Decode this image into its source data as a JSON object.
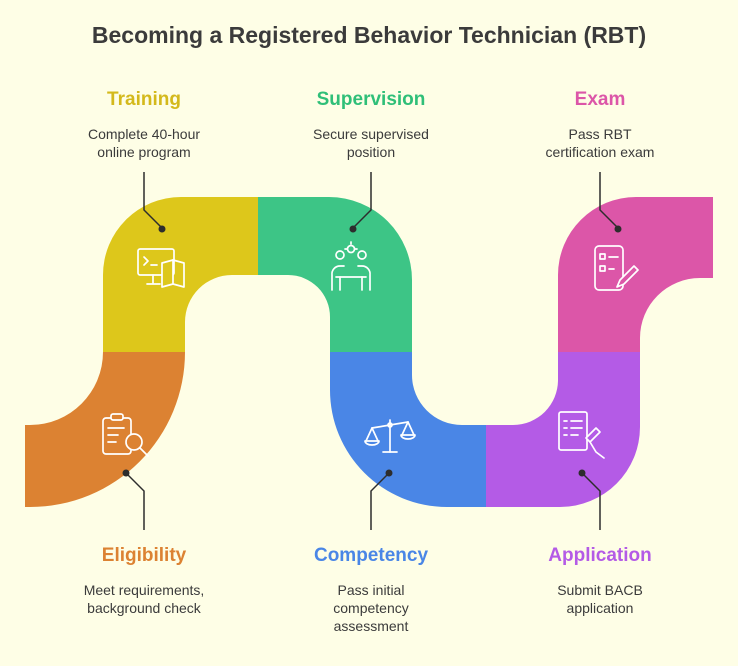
{
  "title": "Becoming a Registered Behavior Technician (RBT)",
  "colors": {
    "background": "#fefee6",
    "eligibility": "#dc8232",
    "training": "#ddc71b",
    "supervision": "#3dc586",
    "competency": "#4a86e6",
    "exam": "#dc56a8",
    "application": "#b45be6"
  },
  "steps": {
    "training": {
      "title": "Training",
      "desc1": "Complete 40-hour",
      "desc2": "online program",
      "icon": "computer-book-icon"
    },
    "supervision": {
      "title": "Supervision",
      "desc1": "Secure supervised",
      "desc2": "position",
      "icon": "collaboration-icon"
    },
    "exam": {
      "title": "Exam",
      "desc1": "Pass RBT",
      "desc2": "certification exam",
      "icon": "checklist-pencil-icon"
    },
    "eligibility": {
      "title": "Eligibility",
      "desc1": "Meet requirements,",
      "desc2": "background check",
      "icon": "clipboard-search-icon"
    },
    "competency": {
      "title": "Competency",
      "desc1": "Pass initial",
      "desc2": "competency",
      "desc3": "assessment",
      "icon": "balance-scale-icon"
    },
    "application": {
      "title": "Application",
      "desc1": "Submit BACB",
      "desc2": "application",
      "icon": "document-signing-icon"
    }
  }
}
